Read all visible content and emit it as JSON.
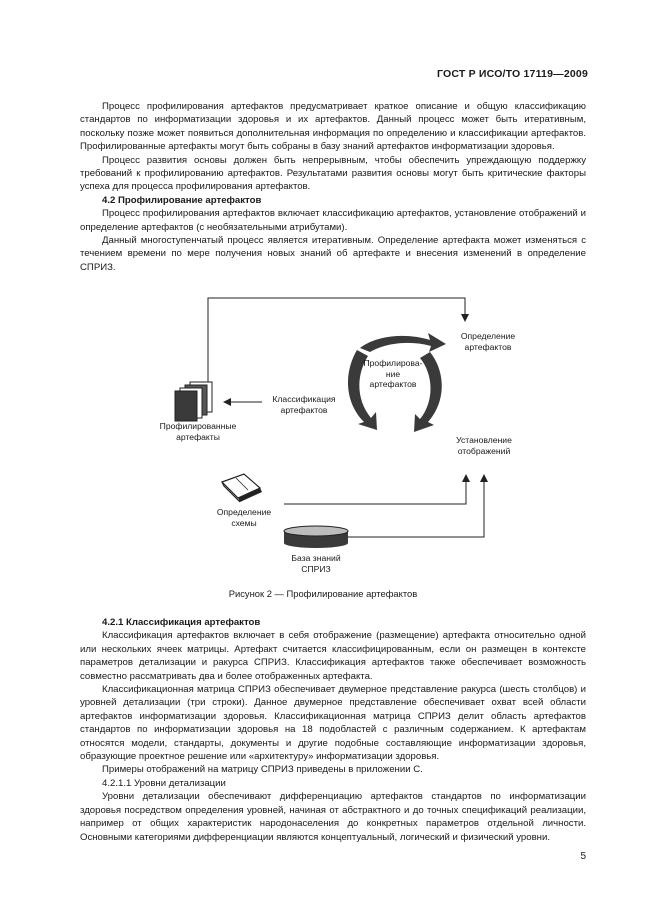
{
  "header": {
    "doc_id": "ГОСТ Р ИСО/ТО 17119—2009"
  },
  "block1": {
    "p1": "Процесс профилирования артефактов предусматривает краткое описание и общую классификацию стандартов по информатизации здоровья и их артефактов. Данный процесс может быть итеративным, поскольку позже может появиться дополнительная информация по определению и классификации артефактов. Профилированные артефакты могут быть собраны в базу знаний артефактов информатизации здоровья.",
    "p2": "Процесс развития основы должен быть непрерывным, чтобы обеспечить упреждающую поддержку требований к профилированию артефактов. Результатами развития основы могут быть критические факторы успеха для процесса профилирования артефактов.",
    "h42": "4.2 Профилирование артефактов",
    "p3": "Процесс профилирования артефактов включает классификацию артефактов, установление отображений и определение артефактов (с необязательными атрибутами).",
    "p4": "Данный многоступенчатый процесс является итеративным. Определение артефакта может изменяться с течением времени по мере получения новых знаний об артефакте и внесения изменений в определение СПРИЗ."
  },
  "figure": {
    "label_definition": "Определение\nартефактов",
    "label_profiling": "Профилирова-\nние\nартефактов",
    "label_classification": "Классификация\nартефактов",
    "label_profiled": "Профилированные\nартефакты",
    "label_mapping": "Установление\nотображений",
    "label_schema": "Определение\nсхемы",
    "label_kb": "База знаний\nСПРИЗ",
    "caption": "Рисунок 2 — Профилирование артефактов"
  },
  "block2": {
    "h421": "4.2.1 Классификация артефактов",
    "p5": "Классификация артефактов включает в себя отображение (размещение) артефакта относительно одной или нескольких ячеек матрицы. Артефакт считается классифицированным, если он размещен в контексте параметров детализации и ракурса СПРИЗ. Классификация артефактов также обеспечивает возможность совместно рассматривать два и более отображенных артефакта.",
    "p6": "Классификационная матрица СПРИЗ обеспечивает двумерное представление ракурса (шесть столбцов) и уровней детализации (три строки). Данное двумерное представление обеспечивает охват всей области артефактов информатизации здоровья. Классификационная матрица СПРИЗ делит область артефактов стандартов по информатизации здоровья на 18 подобластей с различным содержанием. К артефактам относятся модели, стандарты, документы и другие подобные составляющие информатизации здоровья, образующие проектное решение или «архитектуру» информатизации здоровья.",
    "p7": "Примеры отображений на матрицу СПРИЗ приведены в приложении С.",
    "h4211": "4.2.1.1 Уровни детализации",
    "p8": "Уровни детализации обеспечивают дифференциацию артефактов стандартов по информатизации здоровья посредством определения уровней, начиная от абстрактного и до точных спецификаций реализации, например от общих характеристик народонаселения до конкретных параметров отдельной личности. Основными категориями дифференциации являются концептуальный, логический и физический уровни."
  },
  "page_number": "5"
}
